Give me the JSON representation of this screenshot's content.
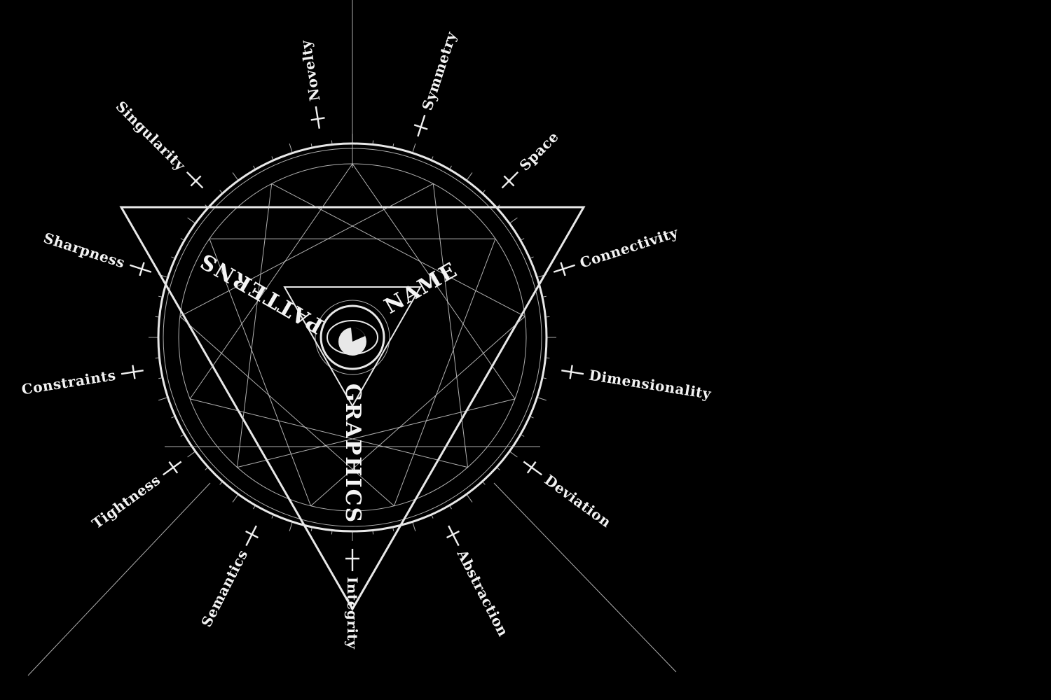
{
  "colors": {
    "background": "#000000",
    "ink": "#f2f2f2"
  },
  "center_labels": {
    "left_arm": "PATTERNS",
    "right_arm": "NAME",
    "bottom_arm": "GRAPHICS"
  },
  "center_icon": "eye-icon",
  "spokes": [
    {
      "label": "Novelty",
      "icon": "cross-icon"
    },
    {
      "label": "Symmetry",
      "icon": "cross-icon"
    },
    {
      "label": "Space",
      "icon": "cross-icon"
    },
    {
      "label": "Connectivity",
      "icon": "cross-icon"
    },
    {
      "label": "Dimensionality",
      "icon": "cross-icon"
    },
    {
      "label": "Deviation",
      "icon": "cross-icon"
    },
    {
      "label": "Abstraction",
      "icon": "cross-icon"
    },
    {
      "label": "Integrity",
      "icon": "cross-icon"
    },
    {
      "label": "Semantics",
      "icon": "cross-icon"
    },
    {
      "label": "Tightness",
      "icon": "cross-icon"
    },
    {
      "label": "Constraints",
      "icon": "cross-icon"
    },
    {
      "label": "Sharpness",
      "icon": "cross-icon"
    },
    {
      "label": "Singularity",
      "icon": "cross-icon"
    }
  ]
}
